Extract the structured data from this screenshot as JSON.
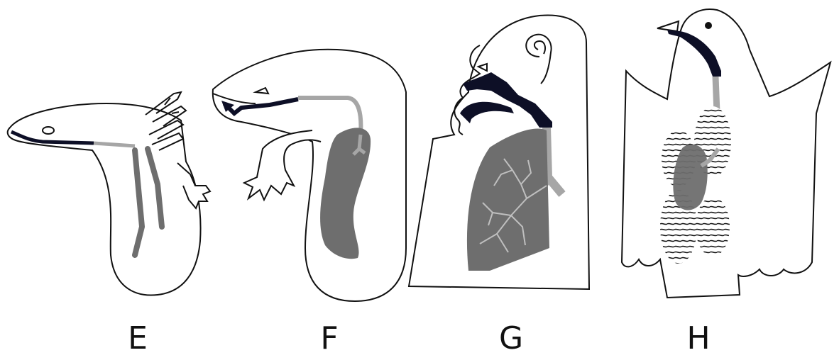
{
  "panels": [
    {
      "id": "E",
      "label": "E"
    },
    {
      "id": "F",
      "label": "F"
    },
    {
      "id": "G",
      "label": "G"
    },
    {
      "id": "H",
      "label": "H"
    }
  ],
  "colors": {
    "outline": "#111111",
    "airway_upper": "#0d0f26",
    "airway_lower": "#a6a6a6",
    "lung": "#6e6e6e",
    "lung_branch": "#bfbfbf",
    "background": "#ffffff"
  }
}
